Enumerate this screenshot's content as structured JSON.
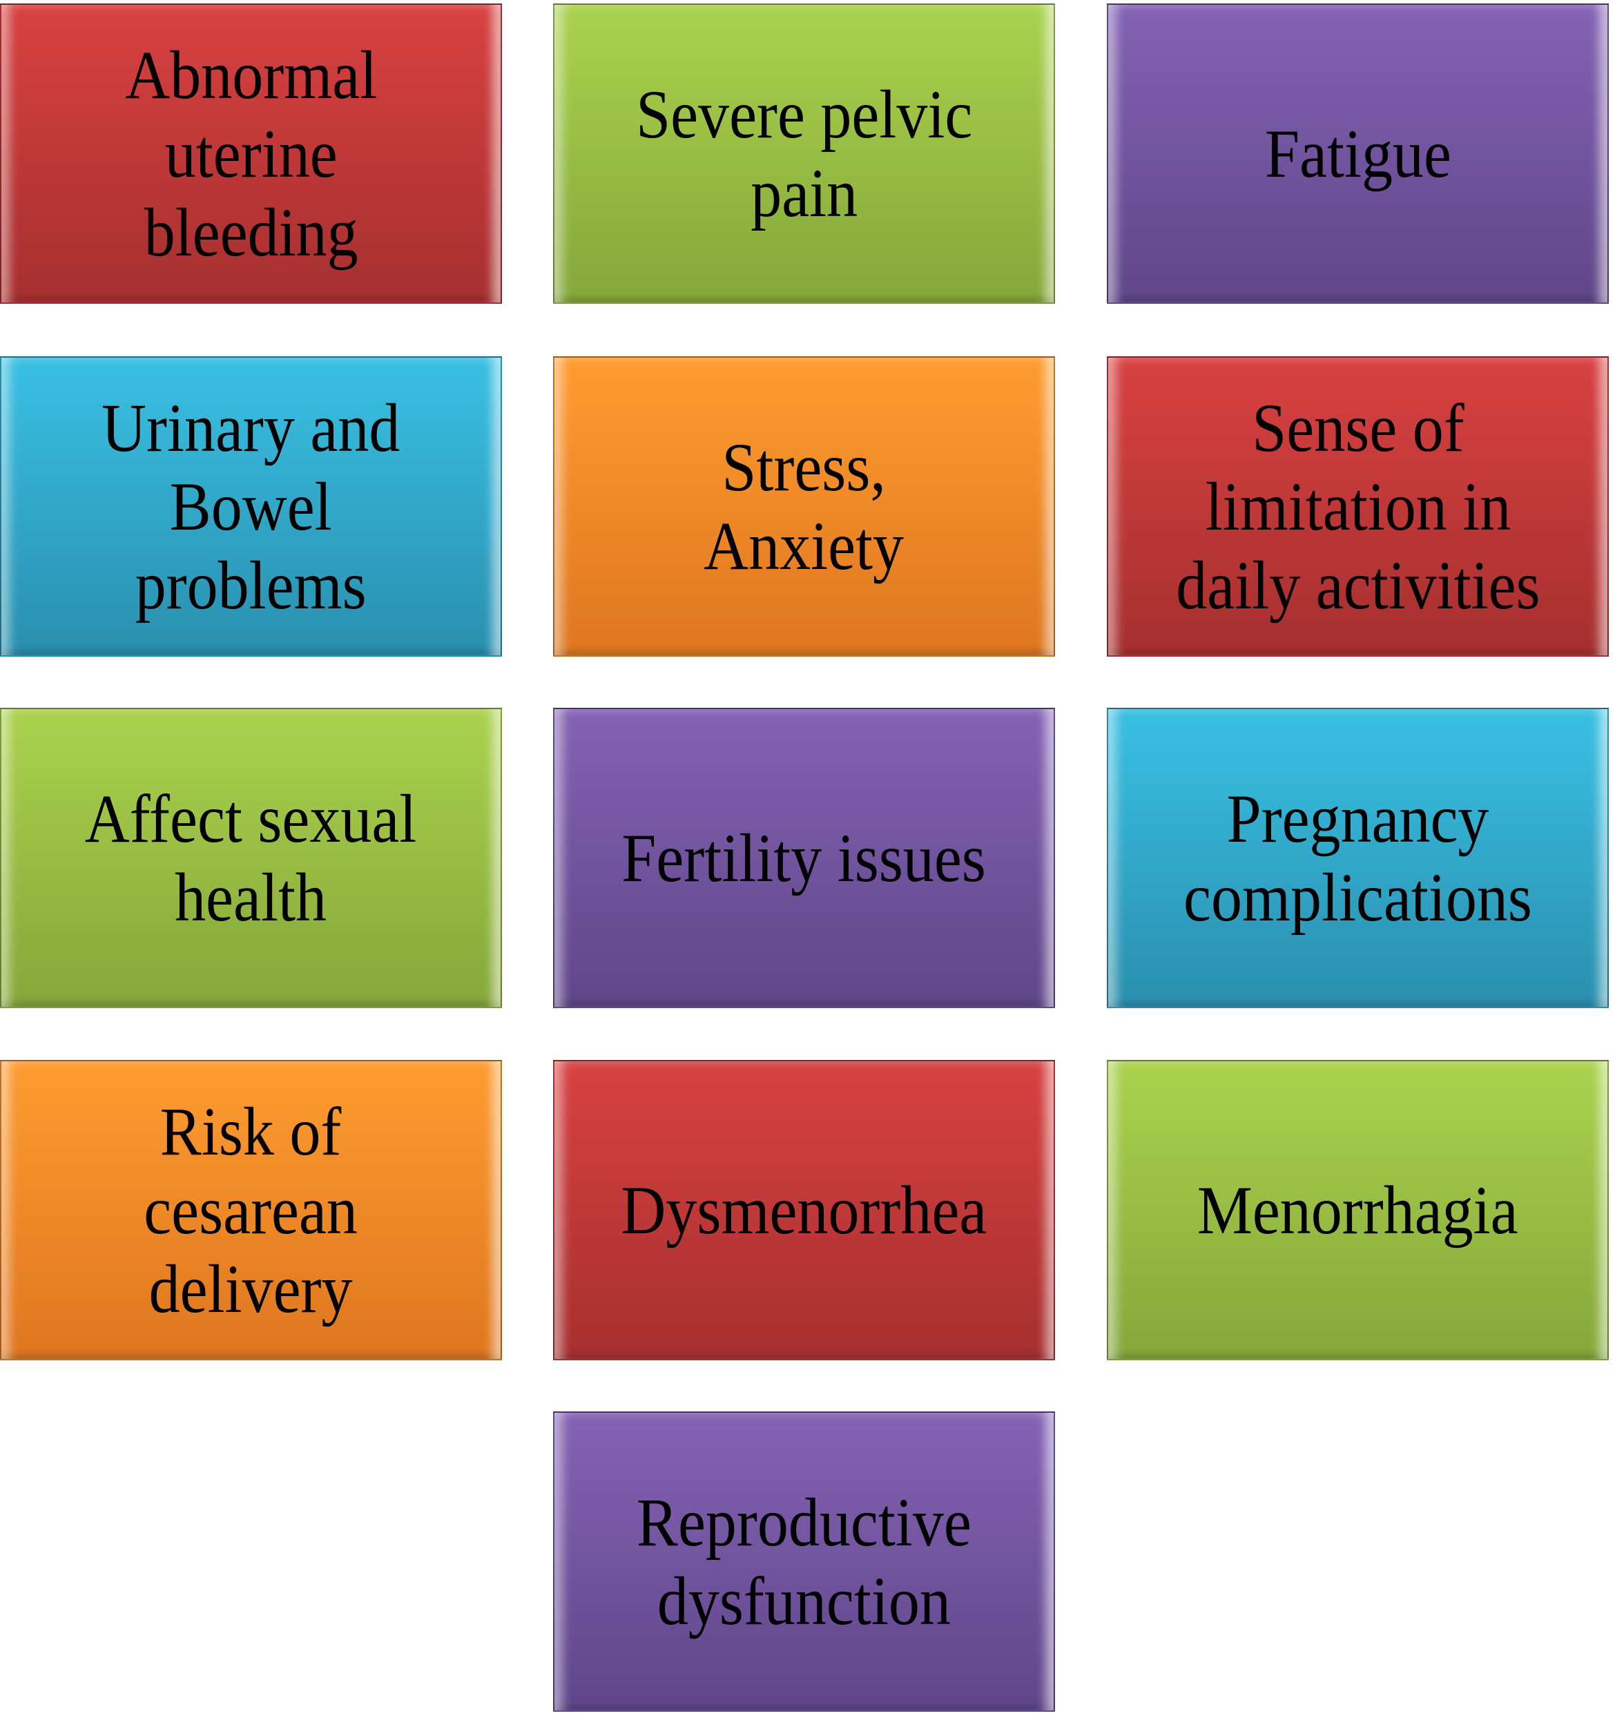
{
  "colors": {
    "red": "#d84141",
    "green": "#aad24d",
    "purple": "#8462b4",
    "blue": "#39c0e3",
    "orange": "#fe9c30"
  },
  "boxes": [
    {
      "label": "Abnormal\nuterine\nbleeding",
      "color": "red"
    },
    {
      "label": "Severe pelvic\npain",
      "color": "green"
    },
    {
      "label": "Fatigue",
      "color": "purple"
    },
    {
      "label": "Urinary and\nBowel\nproblems",
      "color": "blue"
    },
    {
      "label": "Stress,\nAnxiety",
      "color": "orange"
    },
    {
      "label": "Sense of\nlimitation in\ndaily activities",
      "color": "red"
    },
    {
      "label": "Affect sexual\nhealth",
      "color": "green"
    },
    {
      "label": "Fertility issues",
      "color": "purple"
    },
    {
      "label": "Pregnancy\ncomplications",
      "color": "blue"
    },
    {
      "label": "Risk of\ncesarean\ndelivery",
      "color": "orange"
    },
    {
      "label": "Dysmenorrhea",
      "color": "red"
    },
    {
      "label": "Menorrhagia",
      "color": "green"
    },
    {
      "label": "Reproductive\ndysfunction",
      "color": "purple"
    }
  ]
}
